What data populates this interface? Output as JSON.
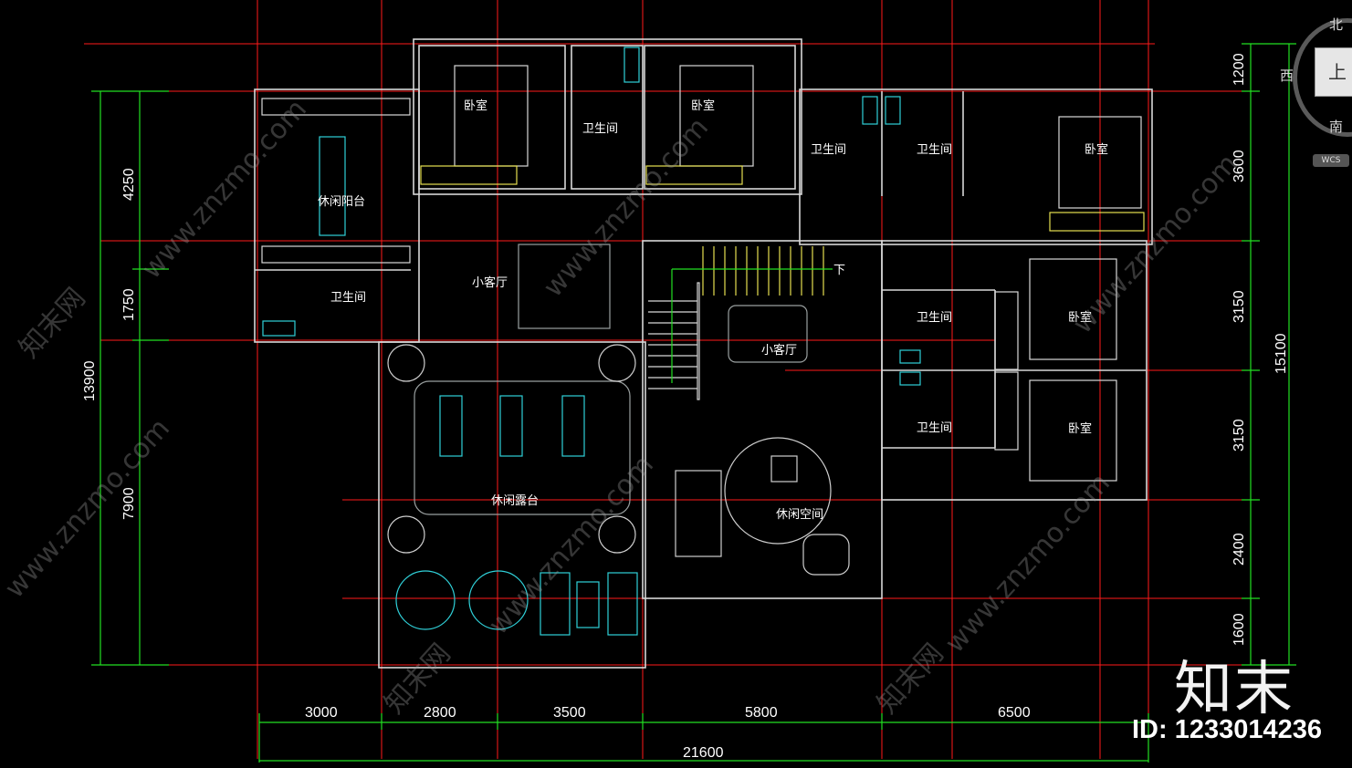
{
  "drawing": {
    "room_labels": {
      "bedroom_1": "卧室",
      "bedroom_2": "卧室",
      "bedroom_3": "卧室",
      "bedroom_4": "卧室",
      "bedroom_5": "卧室",
      "bath_1": "卫生间",
      "bath_2": "卫生间",
      "bath_3": "卫生间",
      "bath_4": "卫生间",
      "bath_5": "卫生间",
      "bath_6": "卫生间",
      "leisure_balcony": "休闲阳台",
      "small_living_1": "小客厅",
      "small_living_2": "小客厅",
      "leisure_terrace": "休闲露台",
      "leisure_space": "休闲空间",
      "stair_down": "下"
    },
    "dims_bottom": [
      "3000",
      "2800",
      "3500",
      "5800",
      "6500"
    ],
    "dim_total_bottom": "21600",
    "dims_left": [
      "4250",
      "1750",
      "7900"
    ],
    "dim_total_left": "13900",
    "dims_right": [
      "1200",
      "3600",
      "3150",
      "3150",
      "2400",
      "1600"
    ],
    "dim_total_right": "15100"
  },
  "viewcube": {
    "north": "北",
    "west": "西",
    "south": "南",
    "top_face": "上",
    "wcs": "WCS"
  },
  "brand": {
    "logo_text": "知末",
    "id_text": "ID: 1233014236",
    "watermark": "www.znzmo.com",
    "watermark_cn": "知末网"
  },
  "colors": {
    "background": "#000000",
    "axis_red": "#ff1a1a",
    "dim_green": "#22e022",
    "wall": "#d8d8d8",
    "fixture_cyan": "#30d0d8",
    "yellow": "#e6e050"
  }
}
